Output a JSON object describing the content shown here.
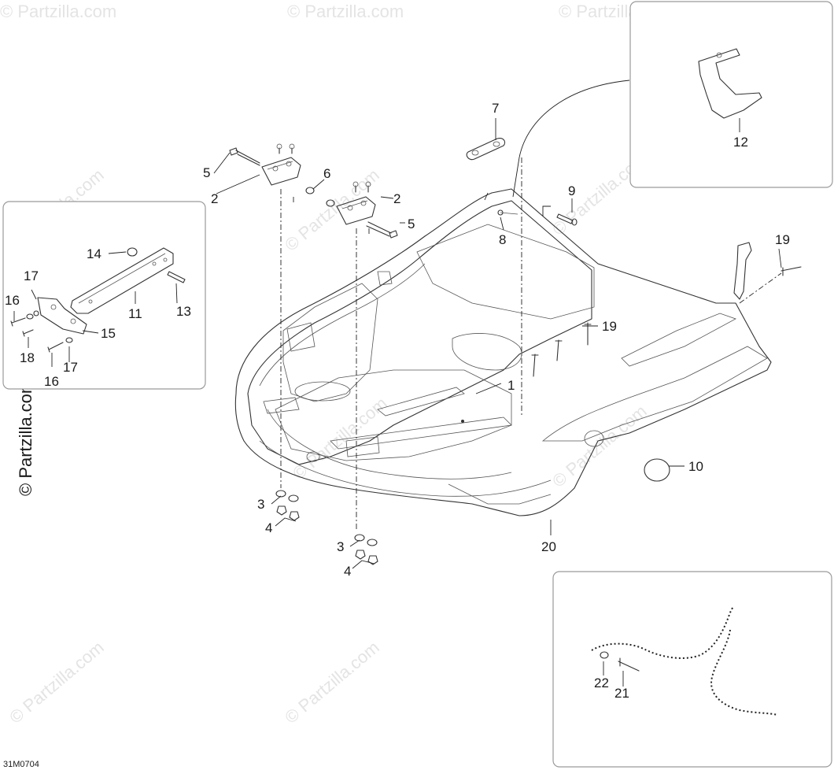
{
  "watermarks": {
    "small": "© Partzilla.com",
    "side": "© Partzilla.com"
  },
  "drawing_code": "31M0704",
  "callouts": {
    "c1": "1",
    "c2a": "2",
    "c2b": "2",
    "c3a": "3",
    "c3b": "3",
    "c4a": "4",
    "c4b": "4",
    "c5a": "5",
    "c5b": "5",
    "c6": "6",
    "c7": "7",
    "c8": "8",
    "c9": "9",
    "c10": "10",
    "c11": "11",
    "c12": "12",
    "c13": "13",
    "c14": "14",
    "c15": "15",
    "c16a": "16",
    "c16b": "16",
    "c17a": "17",
    "c17b": "17",
    "c18": "18",
    "c19a": "19",
    "c19b": "19",
    "c20": "20",
    "c21": "21",
    "c22": "22"
  }
}
